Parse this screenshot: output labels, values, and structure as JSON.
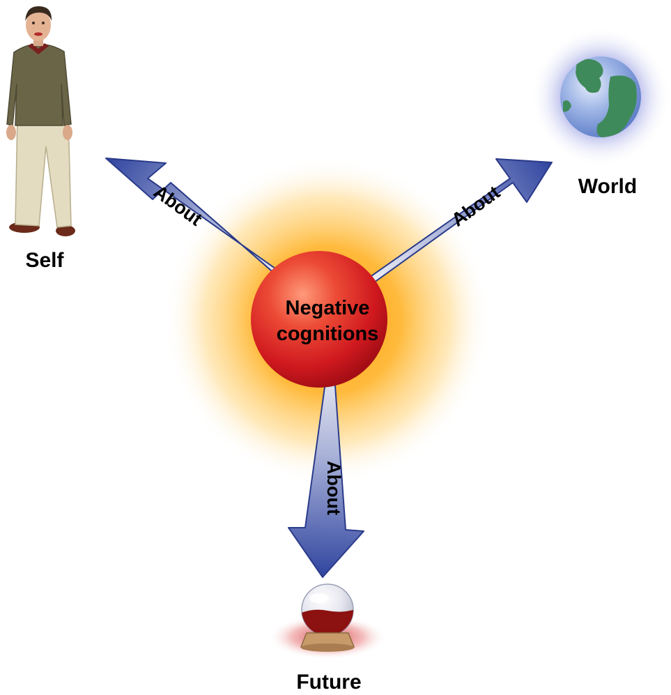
{
  "center": {
    "label_line1": "Negative",
    "label_line2": "cognitions"
  },
  "nodes": {
    "self": {
      "label": "Self",
      "icon": "person-icon"
    },
    "world": {
      "label": "World",
      "icon": "globe-icon"
    },
    "future": {
      "label": "Future",
      "icon": "crystal-ball-icon"
    }
  },
  "arrows": {
    "to_self": {
      "label": "About"
    },
    "to_world": {
      "label": "About"
    },
    "to_future": {
      "label": "About"
    }
  },
  "colors": {
    "glow_inner": "#ffb300",
    "glow_outer": "#fff3d6",
    "sphere": "#e0282a",
    "arrow_head": "#3b4fa0",
    "arrow_tail": "#e8e8ef",
    "globe_ocean": "#8aa7e0",
    "globe_land": "#3f8a5a",
    "crystal_liquid": "#8c1111"
  }
}
